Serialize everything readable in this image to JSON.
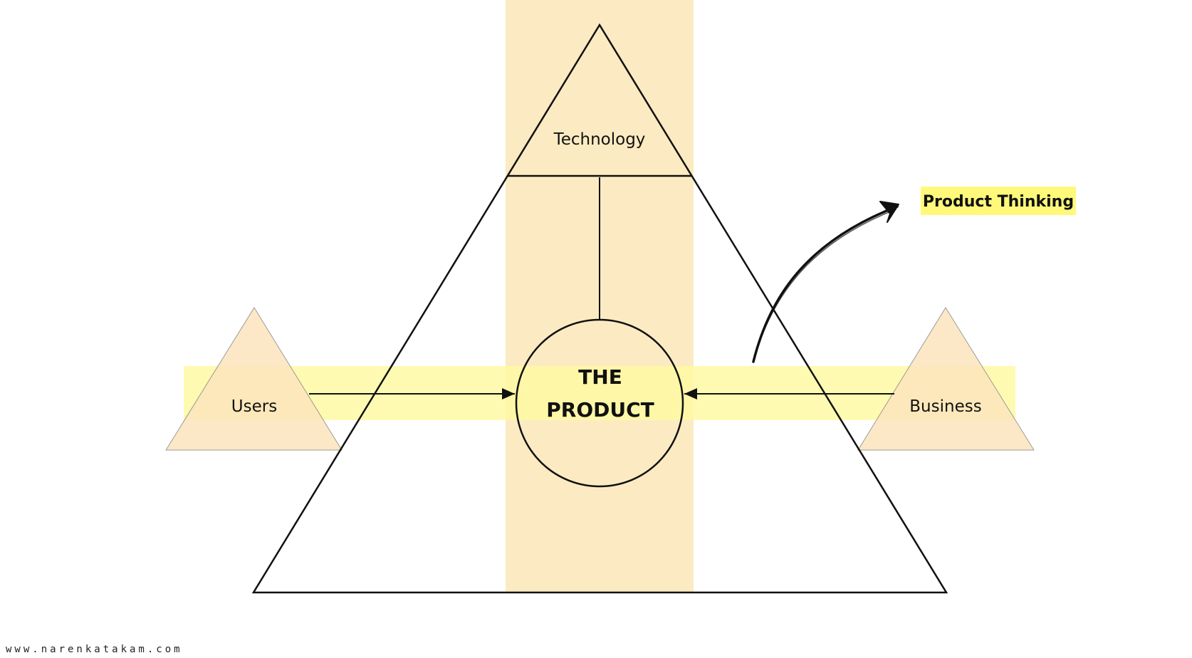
{
  "diagram": {
    "nodes": {
      "technology": {
        "label": "Technology"
      },
      "users": {
        "label": "Users"
      },
      "business": {
        "label": "Business"
      },
      "product": {
        "line1": "THE",
        "line2": "PRODUCT"
      },
      "callout": {
        "label": "Product Thinking"
      }
    },
    "edges": [
      {
        "from": "technology",
        "to": "product",
        "arrow": false
      },
      {
        "from": "users",
        "to": "product",
        "arrow": true
      },
      {
        "from": "business",
        "to": "product",
        "arrow": true
      },
      {
        "from": "diagram",
        "to": "callout",
        "arrow": true,
        "style": "hand-drawn"
      }
    ]
  },
  "colors": {
    "band_vertical": "#fcebc2",
    "band_horizontal": "#fff9a3",
    "side_triangle": "#fce5bd",
    "callout_bg": "#fff97a",
    "stroke": "#111111"
  },
  "footer": {
    "site": "www.narenkatakam.com"
  }
}
